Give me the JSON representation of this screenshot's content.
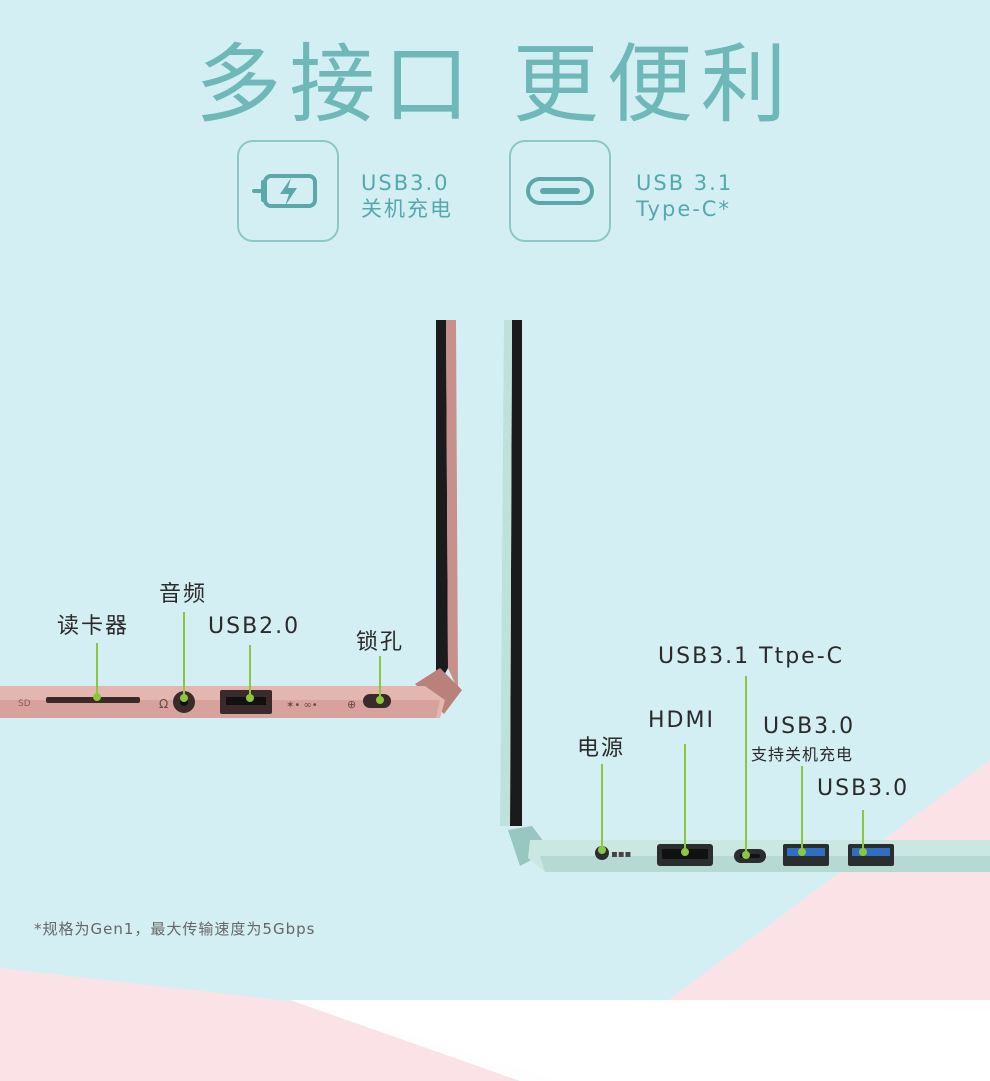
{
  "title": "多接口 更便利",
  "features": [
    {
      "icon": "battery-charging-icon",
      "line1": "USB3.0",
      "line2": "关机充电"
    },
    {
      "icon": "usb-type-c-icon",
      "line1": "USB 3.1",
      "line2": "Type-C*"
    }
  ],
  "left_ports": {
    "card_reader": "读卡器",
    "audio": "音频",
    "usb2": "USB2.0",
    "lock": "锁孔"
  },
  "right_ports": {
    "power": "电源",
    "hdmi": "HDMI",
    "usb31": "USB3.1 Ttpe-C",
    "usb30_charge": "USB3.0",
    "usb30_charge_sub": "支持关机充电",
    "usb30": "USB3.0"
  },
  "footnote": "*规格为Gen1，最大传输速度为5Gbps",
  "colors": {
    "background": "#d3eff3",
    "pink": "#fbe2e6",
    "accent": "#6fb8b8",
    "leader_line": "#8cc63f"
  }
}
